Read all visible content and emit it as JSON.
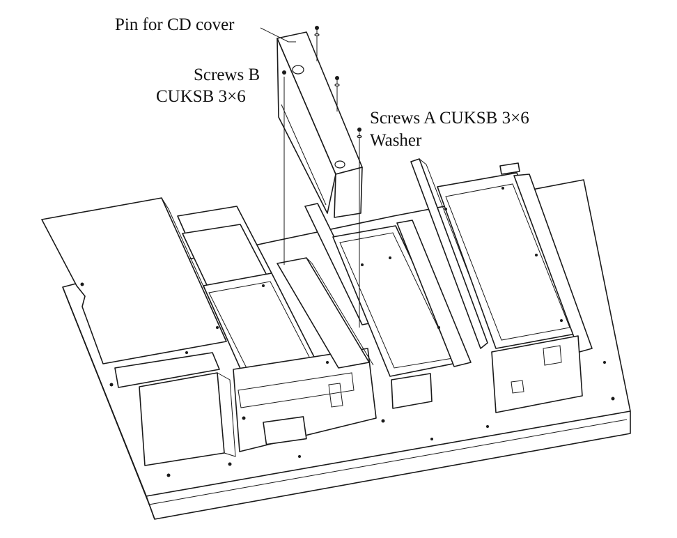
{
  "labels": {
    "pin_cd_cover": "Pin for CD cover",
    "screws_b_line1": "Screws B",
    "screws_b_line2": "CUKSB 3×6",
    "screws_a_line1": "Screws A  CUKSB 3×6",
    "screws_a_line2": "Washer"
  },
  "colors": {
    "line": "#1a1a1a",
    "background": "#ffffff"
  }
}
